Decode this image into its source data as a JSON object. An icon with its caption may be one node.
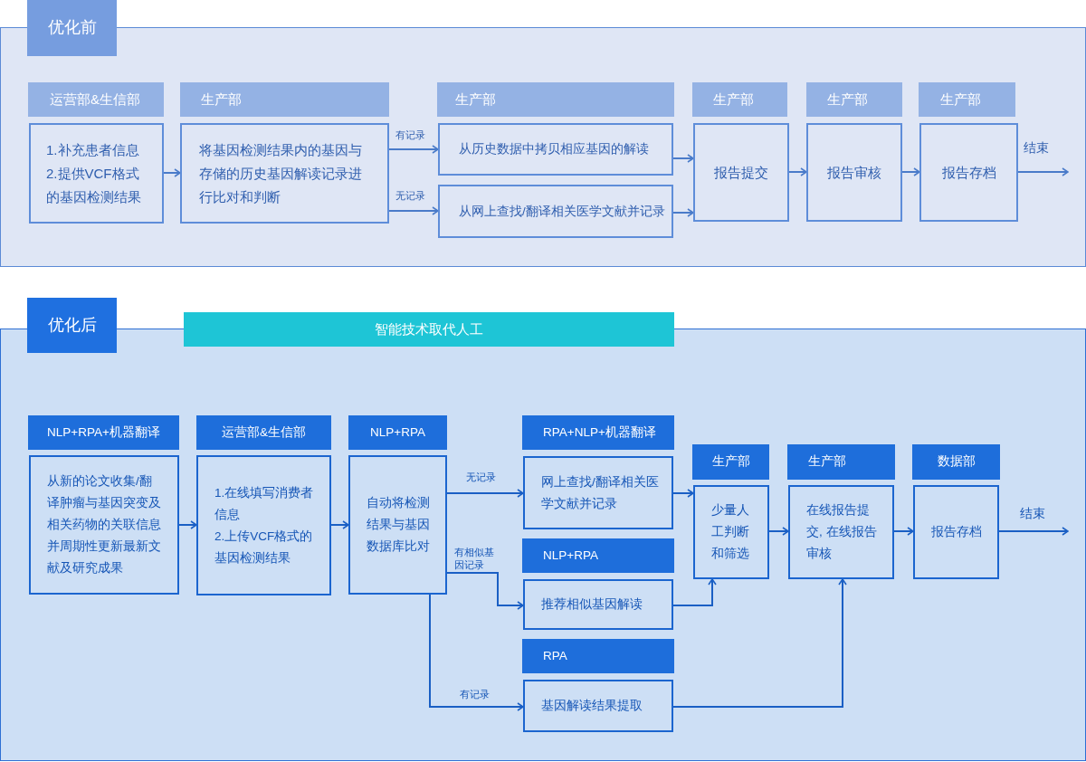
{
  "diagram": {
    "nodes": [
      {
        "text": [
          "优化前"
        ]
      },
      {
        "text": [],
        "shape": "box"
      },
      {
        "text": [
          "运营部&生信部"
        ],
        "in": 1
      },
      {
        "text": [
          "1.补充患者信息",
          "2.提供VCF格式的基因检测结果"
        ],
        "in": 1
      },
      {
        "text": [
          "生产部"
        ],
        "in": 1
      },
      {
        "text": [
          "将基因检测结果内的基因与存储的历史基因解读记录进行比对和判断"
        ],
        "in": 1
      },
      {
        "text": [
          "生产部"
        ],
        "in": 1
      },
      {
        "text": [
          "从历史数据中拷贝相应基因的解读"
        ],
        "in": 1
      },
      {
        "text": [
          "从网上查找/翻译相关医学文献并记录"
        ],
        "in": 1
      },
      {
        "text": [
          "生产部"
        ],
        "in": 1
      },
      {
        "text": [
          "报告提交"
        ],
        "in": 1
      },
      {
        "text": [
          "生产部"
        ],
        "in": 1
      },
      {
        "text": [
          "报告审核"
        ],
        "in": 1
      },
      {
        "text": [
          "生产部"
        ],
        "in": 1
      },
      {
        "text": [
          "报告存档"
        ],
        "in": 1
      },
      {
        "text": [
          "优化后"
        ]
      },
      {
        "text": [
          "智能技术取代人工"
        ]
      },
      {
        "text": [],
        "shape": "box"
      },
      {
        "text": [
          "NLP+RPA+机器翻译"
        ],
        "in": 17
      },
      {
        "text": [
          "从新的论文收集/翻译肿瘤与基因突变及相关药物的关联信息并周期性更新最新文献及研究成果"
        ],
        "in": 17
      },
      {
        "text": [
          "运营部&生信部"
        ],
        "in": 17
      },
      {
        "text": [
          "1.在线填写消费者信息",
          "2.上传VCF格式的基因检测结果"
        ],
        "in": 17
      },
      {
        "text": [
          "NLP+RPA"
        ],
        "in": 17
      },
      {
        "text": [
          "自动将检测结果与基因数据库比对"
        ],
        "in": 17
      },
      {
        "text": [
          "RPA+NLP+机器翻译"
        ],
        "in": 17
      },
      {
        "text": [
          "网上查找/翻译相关医学文献并记录"
        ],
        "in": 17
      },
      {
        "text": [
          "NLP+RPA"
        ],
        "in": 17
      },
      {
        "text": [
          "推荐相似基因解读"
        ],
        "in": 17
      },
      {
        "text": [
          "RPA"
        ],
        "in": 17
      },
      {
        "text": [
          "基因解读结果提取"
        ],
        "in": 17
      },
      {
        "text": [
          "生产部"
        ],
        "in": 17
      },
      {
        "text": [
          "少量人工判断和筛选"
        ],
        "in": 17
      },
      {
        "text": [
          "生产部"
        ],
        "in": 17
      },
      {
        "text": [
          "在线报告提交, 在线报告审核"
        ],
        "in": 17
      },
      {
        "text": [
          "数据部"
        ],
        "in": 17
      },
      {
        "text": [
          "报告存档"
        ],
        "in": 17
      }
    ],
    "edges": [
      {
        "from": 3,
        "to": 5,
        "arrow": "to",
        "color": "#4a7bc9"
      },
      {
        "from": 5,
        "to": 7,
        "arrow": "to",
        "label": "有记录",
        "color": "#4a7bc9"
      },
      {
        "from": 5,
        "to": 8,
        "arrow": "to",
        "label": "无记录",
        "color": "#4a7bc9"
      },
      {
        "from": 7,
        "to": 10,
        "arrow": "to",
        "color": "#4a7bc9"
      },
      {
        "from": 8,
        "to": 10,
        "arrow": "to",
        "color": "#4a7bc9"
      },
      {
        "from": 10,
        "to": 12,
        "arrow": "to",
        "color": "#4a7bc9"
      },
      {
        "from": 12,
        "to": 14,
        "arrow": "to",
        "color": "#4a7bc9"
      },
      {
        "from": 14,
        "to": null,
        "arrow": "to",
        "label": "结束",
        "color": "#4a7bc9"
      },
      {
        "from": 19,
        "to": 21,
        "arrow": "to"
      },
      {
        "from": 21,
        "to": 23,
        "arrow": "to"
      },
      {
        "from": 23,
        "to": 25,
        "arrow": "to",
        "label": "无记录"
      },
      {
        "from": 23,
        "to": 27,
        "arrow": "to",
        "label": "有相似基因记录"
      },
      {
        "from": 23,
        "to": 29,
        "arrow": "to",
        "label": "有记录"
      },
      {
        "from": 25,
        "to": 31,
        "arrow": "to"
      },
      {
        "from": 27,
        "to": 31,
        "arrow": "to"
      },
      {
        "from": 29,
        "to": 33,
        "arrow": "to"
      },
      {
        "from": 31,
        "to": 33,
        "arrow": "to"
      },
      {
        "from": 33,
        "to": 35,
        "arrow": "to"
      },
      {
        "from": 35,
        "to": null,
        "arrow": "to",
        "label": "结束"
      }
    ]
  }
}
